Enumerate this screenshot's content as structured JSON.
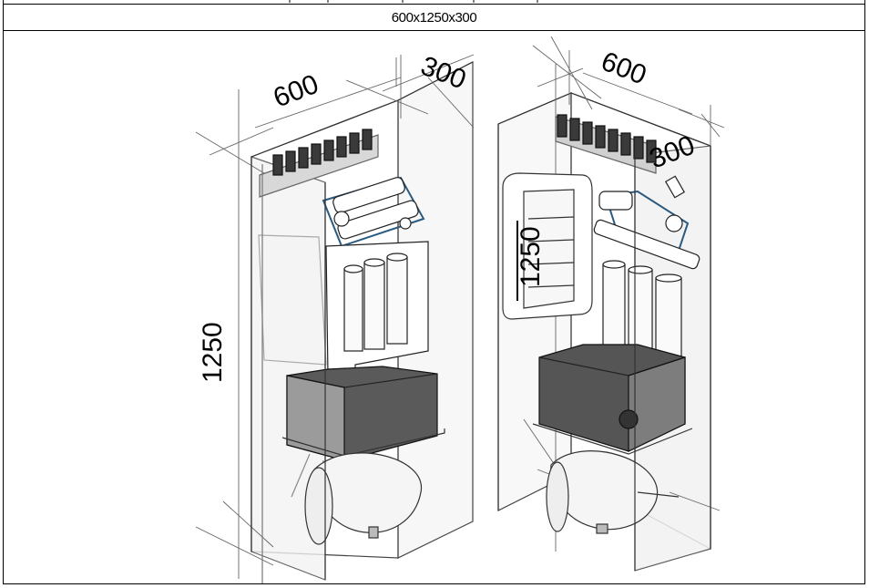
{
  "header": {
    "size_label": "600x1250x300"
  },
  "left_view": {
    "dim_width": "600",
    "dim_depth": "300",
    "dim_height": "1250"
  },
  "right_view": {
    "dim_width": "600",
    "dim_depth": "300",
    "dim_height": "1250"
  }
}
